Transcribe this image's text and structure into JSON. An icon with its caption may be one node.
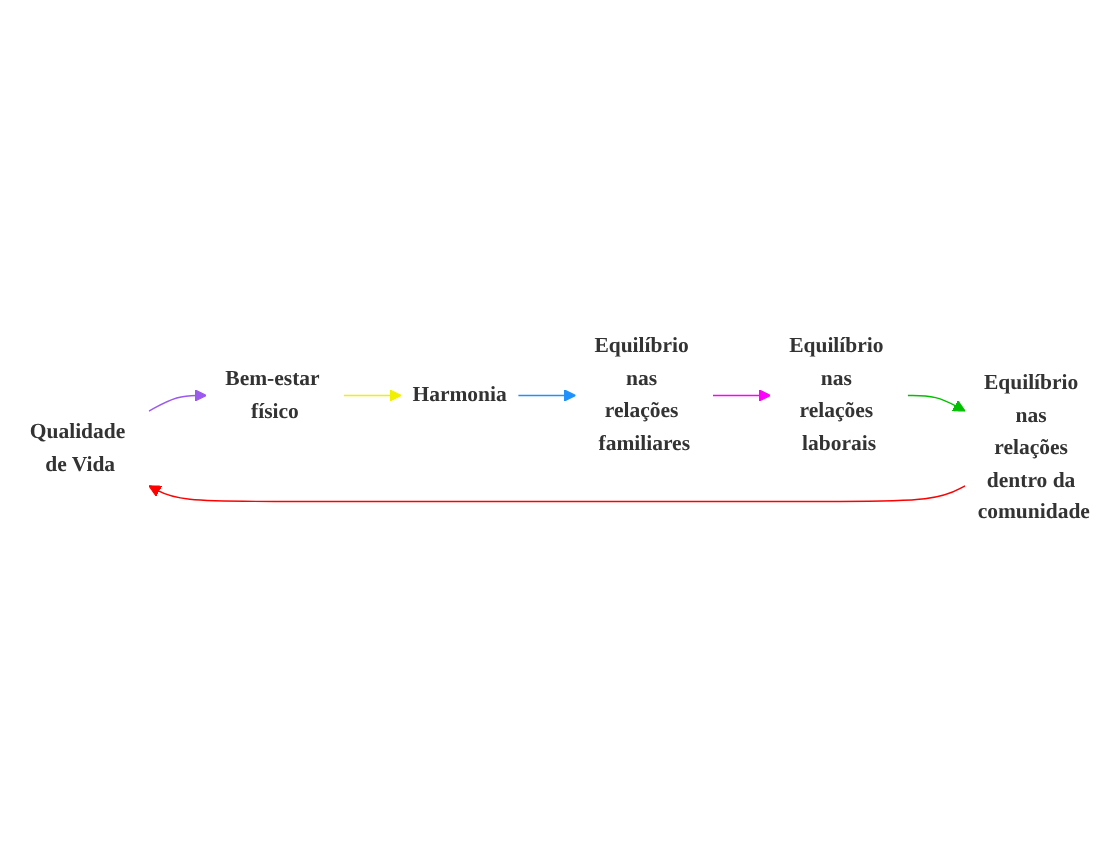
{
  "diagram": {
    "nodes": [
      {
        "text": [
          "Qualidade de Vida"
        ]
      },
      {
        "text": [
          "Bem-estar físico"
        ]
      },
      {
        "text": [
          "Harmonia"
        ]
      },
      {
        "text": [
          "Equilíbrio nas relações familiares"
        ]
      },
      {
        "text": [
          "Equilíbrio nas relações laborais"
        ]
      },
      {
        "text": [
          "Equilíbrio nas relações dentro da comunidade"
        ]
      }
    ],
    "edges": [
      {
        "from": 0,
        "to": 1,
        "arrow": "to",
        "color": "#9b59f0"
      },
      {
        "from": 1,
        "to": 2,
        "arrow": "to",
        "color": "#f0f000"
      },
      {
        "from": 2,
        "to": 3,
        "arrow": "to",
        "color": "#1e90ff"
      },
      {
        "from": 3,
        "to": 4,
        "arrow": "to",
        "color": "#ff00ff"
      },
      {
        "from": 4,
        "to": 5,
        "arrow": "to",
        "color": "#00c000"
      },
      {
        "from": 5,
        "to": 0,
        "arrow": "to",
        "color": "#ff0000"
      }
    ]
  }
}
